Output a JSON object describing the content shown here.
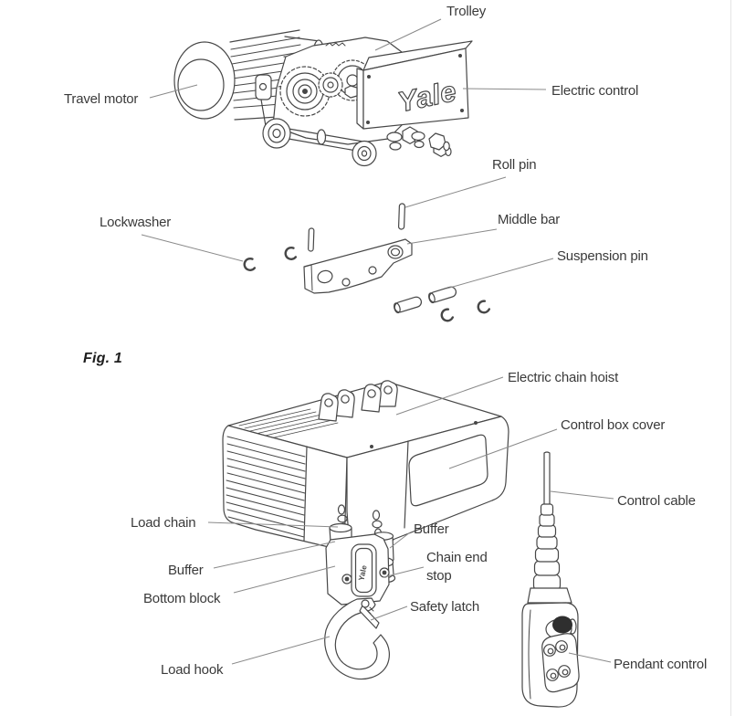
{
  "palette": {
    "background": "#ffffff",
    "art_line": "#474747",
    "leader_line": "#8a8a8a",
    "label_text": "#3a3a3a",
    "button_dark": "#2f2f2f"
  },
  "fig1": {
    "caption": "Fig. 1",
    "brand_logo": "Yale",
    "labels": {
      "trolley": "Trolley",
      "travel_motor": "Travel motor",
      "electric_control": "Electric control",
      "roll_pin": "Roll pin",
      "lockwasher": "Lockwasher",
      "middle_bar": "Middle bar",
      "suspension_pin": "Suspension pin"
    }
  },
  "fig2": {
    "brand_logo_plate": "Yale",
    "labels": {
      "electric_chain_hoist": "Electric chain hoist",
      "control_box_cover": "Control box cover",
      "control_cable": "Control cable",
      "load_chain": "Load chain",
      "buffer_top": "Buffer",
      "chain_end_stop": "Chain end stop",
      "buffer_left": "Buffer",
      "bottom_block": "Bottom block",
      "safety_latch": "Safety latch",
      "load_hook": "Load hook",
      "pendant_control": "Pendant control"
    }
  }
}
